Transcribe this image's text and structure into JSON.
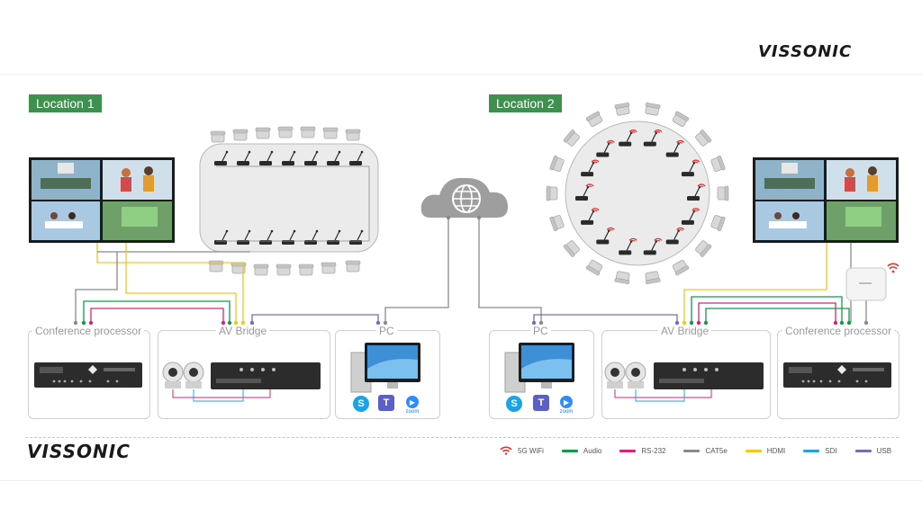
{
  "brand": {
    "top": "VISSONIC",
    "bottom": "VISSONIC"
  },
  "locations": [
    {
      "label": "Location 1"
    },
    {
      "label": "Location 2"
    }
  ],
  "blocks": {
    "conference_processor_1": "Conference processor",
    "av_bridge_1": "AV Bridge",
    "pc_1": "PC",
    "pc_2": "PC",
    "av_bridge_2": "AV Bridge",
    "conference_processor_2": "Conference processor"
  },
  "apps": {
    "zoom_caption": "zoom"
  },
  "legend": [
    {
      "label": "5G WiFi",
      "color": "#e0342f",
      "icon": "wifi-icon"
    },
    {
      "label": "Audio",
      "color": "#129a4b"
    },
    {
      "label": "RS-232",
      "color": "#d4267a"
    },
    {
      "label": "CAT5e",
      "color": "#8a8a8a"
    },
    {
      "label": "HDMI",
      "color": "#f2c521"
    },
    {
      "label": "SDI",
      "color": "#27a3dc"
    },
    {
      "label": "USB",
      "color": "#7b6bb5"
    }
  ],
  "colors": {
    "audio": "#129a4b",
    "rs232": "#d4267a",
    "cat5e": "#8a8a8a",
    "hdmi": "#f2c521",
    "sdi": "#27a3dc",
    "usb": "#7b6bb5",
    "wifi": "#e0342f",
    "tag": "#3f8f4f"
  }
}
